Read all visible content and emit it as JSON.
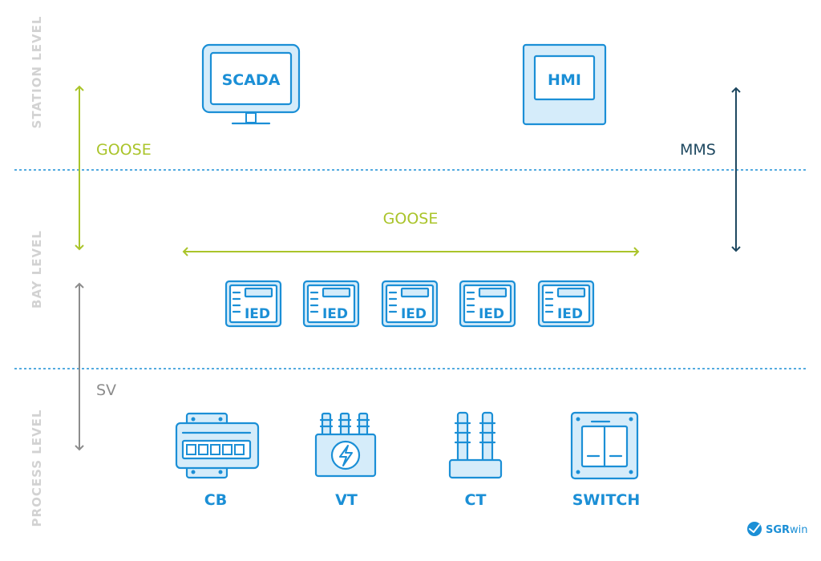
{
  "levels": {
    "station": "STATION LEVEL",
    "bay": "BAY LEVEL",
    "process": "PROCESS LEVEL"
  },
  "protocols": {
    "goose_vertical": "GOOSE",
    "goose_horizontal": "GOOSE",
    "mms": "MMS",
    "sv": "SV"
  },
  "station_devices": {
    "scada": "SCADA",
    "hmi": "HMI"
  },
  "bay_devices": [
    "IED",
    "IED",
    "IED",
    "IED",
    "IED"
  ],
  "process_devices": {
    "cb": "CB",
    "vt": "VT",
    "ct": "CT",
    "switch": "SWITCH"
  },
  "logo": {
    "brand": "SGR",
    "suffix": "win"
  },
  "colors": {
    "goose": "#aac42a",
    "mms": "#1e4860",
    "sv": "#8c8c8c",
    "device": "#1b8fd6",
    "device_fill": "#d5ecfa",
    "divider": "#1b8fd6",
    "level_text": "#d2d2d2"
  }
}
